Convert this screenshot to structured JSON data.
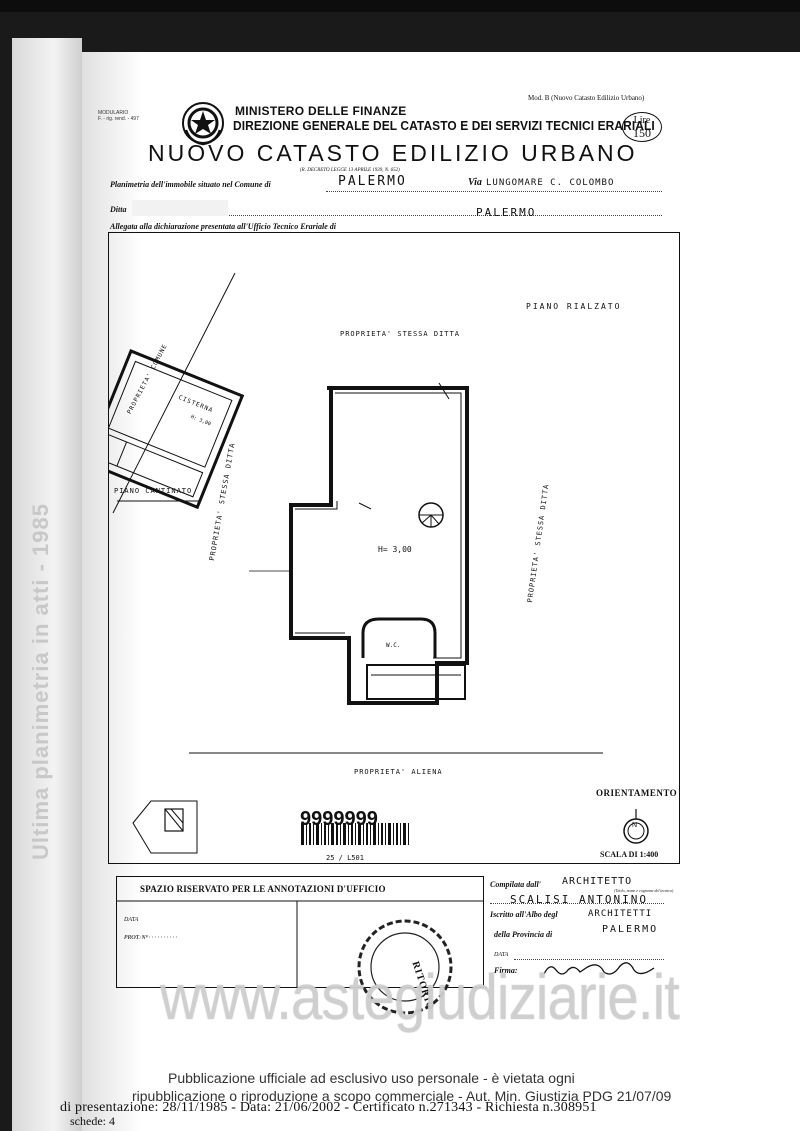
{
  "header": {
    "modulario": "MODULARIO\nF. - rig. rend. - 497",
    "ministry": "MINISTERO DELLE FINANZE",
    "direzione": "DIREZIONE GENERALE DEL CATASTO E DEI SERVIZI TECNICI ERARIALI",
    "mod_b": "Mod. B (Nuovo Catasto Edilizio Urbano)",
    "lire_label": "Lire",
    "lire_value": "150",
    "title": "NUOVO CATASTO EDILIZIO URBANO",
    "decreto": "(R. DECRETO LEGGE 13 APRILE 1939, N. 652)"
  },
  "form": {
    "planimetria_label": "Planimetria dell'immobile situato nel Comune di",
    "comune_value": "PALERMO",
    "via_label": "Via",
    "via_value": "LUNGOMARE C. COLOMBO",
    "ditta_label": "Ditta",
    "allegata_label": "Allegata alla dichiarazione presentata all'Ufficio Tecnico Erariale di",
    "ufficio_value": "PALERMO"
  },
  "plan": {
    "piano_rialzato": "PIANO RIALZATO",
    "proprieta_top": "PROPRIETA' STESSA DITTA",
    "proprieta_left": "PROPRIETA' STESSA DITTA",
    "proprieta_right": "PROPRIETA' STESSA DITTA",
    "proprieta_comune": "PROPRIETA' COMUNE",
    "cisterna": "CISTERNA",
    "cisterna_h": "H: 3,00",
    "piano_cantinato": "PIANO CANTINATO",
    "room_height": "H= 3,00",
    "wc": "W.C.",
    "proprieta_aliena": "PROPRIETA' ALIENA",
    "orientamento": "ORIENTAMENTO",
    "north": "N",
    "scala": "SCALA DI 1:400",
    "barcode_number": "9999999",
    "barcode_sub": "25 / L501"
  },
  "annotazioni": {
    "head": "SPAZIO RISERVATO PER LE ANNOTAZIONI D'UFFICIO",
    "data_label": "DATA",
    "prot_label": "PROT. N°"
  },
  "compilata": {
    "compilata_label": "Compilata dall'",
    "compilata_value": "ARCHITETTO",
    "note": "(Titolo, nome e cognome del tecnico)",
    "name_value": "SCALISI ANTONINO",
    "iscritto_label": "Iscritto all'Albo degl",
    "iscritto_value": "ARCHITETTI",
    "provincia_label": "della Provincia di",
    "provincia_value": "PALERMO",
    "data_label": "DATA",
    "firma_label": "Firma:"
  },
  "stamp_text": "RITORIO",
  "watermark": "www.astegiudiziarie.it",
  "notice": {
    "line1": "Pubblicazione ufficiale ad esclusivo uso personale - è vietata ogni",
    "line2": "ripubblicazione o riproduzione a scopo commerciale - Aut. Min. Giustizia PDG 21/07/09"
  },
  "footer": {
    "line": "di presentazione: 28/11/1985  -  Data: 21/06/2002  -  Certificato n.271343  -  Richiesta n.308951",
    "schede": "schede: 4"
  },
  "left_margin_text": "Ultima planimetria in atti - 1985"
}
